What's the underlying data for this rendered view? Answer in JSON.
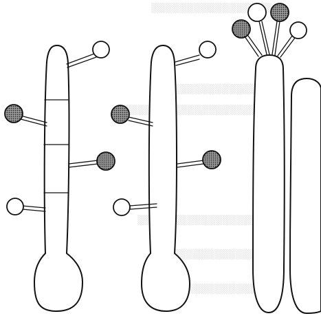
{
  "figure": {
    "panels": [
      {
        "name": "segmented-cell-with-side-cilia",
        "segments": 4,
        "cilia": [
          "open",
          "filled",
          "filled",
          "open"
        ]
      },
      {
        "name": "unsegmented-cell-with-side-cilia",
        "segments": 0,
        "cilia": [
          "open",
          "filled",
          "filled",
          "open"
        ]
      },
      {
        "name": "cell-with-apical-cilia-tuft",
        "segments": 0,
        "cilia": [
          "filled",
          "open",
          "filled",
          "open"
        ]
      },
      {
        "name": "bare-elongated-cell",
        "segments": 0,
        "cilia": []
      }
    ],
    "colors": {
      "stroke": "#111111",
      "open_fill": "#ffffff",
      "filled_fill": "#7a7a7a"
    }
  }
}
